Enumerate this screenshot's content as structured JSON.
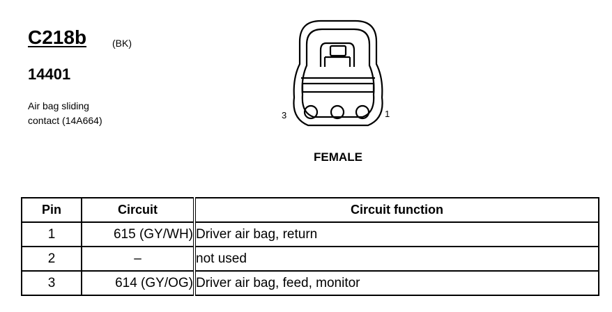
{
  "connector": {
    "id": "C218b",
    "color_code": "(BK)",
    "part_number": "14401",
    "description": [
      "Air bag sliding",
      "contact (14A664)"
    ]
  },
  "figure": {
    "pin_left": "3",
    "pin_right": "1",
    "gender": "FEMALE"
  },
  "table": {
    "headers": {
      "pin": "Pin",
      "circuit": "Circuit",
      "function": "Circuit function"
    },
    "rows": [
      {
        "pin": "1",
        "circuit": "615 (GY/WH)",
        "function": "Driver air bag, return"
      },
      {
        "pin": "2",
        "circuit": "–",
        "function": "not used"
      },
      {
        "pin": "3",
        "circuit": "614 (GY/OG)",
        "function": "Driver air bag, feed, monitor"
      }
    ]
  }
}
